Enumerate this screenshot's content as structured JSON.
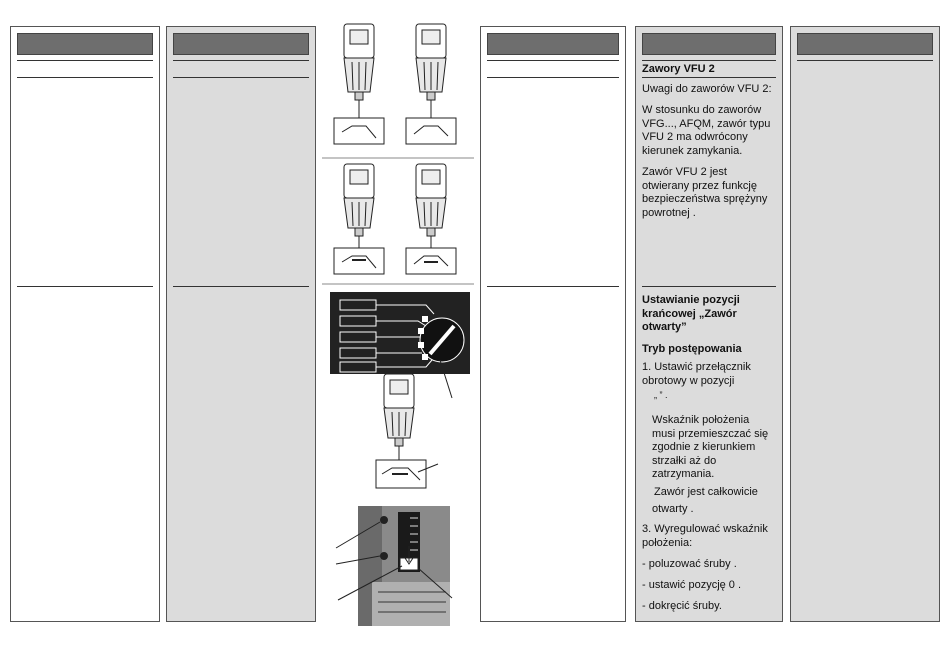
{
  "valve_section": {
    "title": "Zawory VFU 2",
    "notes_heading": "Uwagi do zaworów VFU 2:",
    "paragraph_1": "W stosunku do zaworów VFG..., AFQM, zawór typu VFU 2 ma odwrócony kierunek zamykania.",
    "paragraph_2": "Zawór VFU 2 jest otwierany przez funkcję bezpieczeństwa sprężyny powrotnej ."
  },
  "end_position_section": {
    "title": "Ustawianie pozycji krańcowej „Zawór otwarty”",
    "procedure_heading": "Tryb postępowania",
    "step_1": "1. Ustawić przełącznik obrotowy w pozycji",
    "step_1_quote": "„ ” .",
    "indicator_text": "Wskaźnik położenia musi przemieszczać się zgodnie z kierunkiem strzałki aż do zatrzymania.",
    "valve_open": "Zawór jest całkowicie",
    "valve_open_2": "otwarty .",
    "step_3": "3. Wyregulować wskaźnik położenia:",
    "bullet_1": "- poluzować śruby .",
    "bullet_2": "- ustawić pozycję 0 .",
    "bullet_3": "- dokręcić śruby."
  },
  "colors": {
    "panel_gray": "#dcdcdc",
    "header_bar": "#6e6e6e",
    "panel_dark": "#222222"
  }
}
